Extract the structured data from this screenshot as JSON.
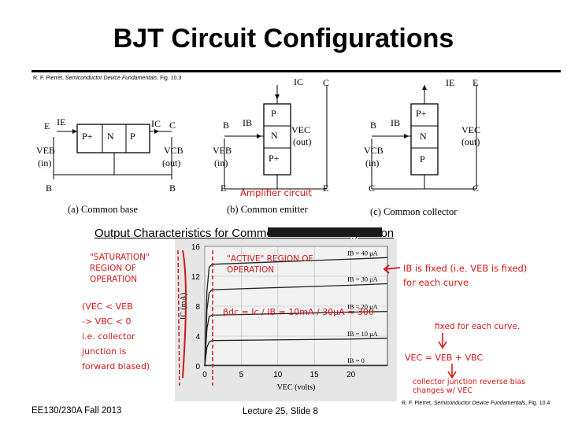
{
  "slide": {
    "title": "BJT Circuit Configurations",
    "citation_top": {
      "author": "R. F. Pierret, ",
      "book": "Semiconductor Device Fundamentals",
      "fig": ", Fig. 10.3"
    },
    "citation_bottom": {
      "author": "R. F. Pierret, ",
      "book": "Semiconductor Device Fundamentals",
      "fig": ", Fig. 10.4"
    },
    "section_heading": "Output Characteristics for Common Emitter Configuration",
    "footer_left": "EE130/230A Fall 2013",
    "footer_center": "Lecture 25, Slide 8"
  },
  "figure_a": {
    "caption": "(a) Common base",
    "E": "E",
    "C": "C",
    "B_left": "B",
    "B_right": "B",
    "IE": "IE",
    "IC": "IC",
    "VEB": "VEB",
    "in": "(in)",
    "VCB": "VCB",
    "out": "(out)",
    "regions": [
      "P+",
      "N",
      "P"
    ]
  },
  "figure_b": {
    "caption": "(b) Common emitter",
    "IC": "IC",
    "C": "C",
    "B": "B",
    "IB": "IB",
    "VEB": "VEB",
    "in": "(in)",
    "VEC": "VEC",
    "out": "(out)",
    "E_left": "E",
    "E_right": "E",
    "regions": [
      "P",
      "N",
      "P+"
    ],
    "annotation": "Amplifier circuit"
  },
  "figure_c": {
    "caption": "(c) Common collector",
    "IE": "IE",
    "E": "E",
    "B": "B",
    "IB": "IB",
    "VCB": "VCB",
    "in": "(in)",
    "VEC": "VEC",
    "out": "(out)",
    "C_left": "C",
    "C_right": "C",
    "regions": [
      "P+",
      "N",
      "P"
    ]
  },
  "annotations": {
    "saturation": "\"SATURATION\"\nREGION OF\nOPERATION",
    "active": "\"ACTIVE\" REGION OF\nOPERATION",
    "sat_condition": "(VEC < VEB\n-> VBC < 0\ni.e. collector\njunction is\nforward biased)",
    "beta": "βdc = Ic / IB = 10mA / 30μA ≈ 300",
    "ib_fixed": "IB is fixed (i.e. VEB is fixed)\nfor each curve",
    "fixed_each": "fixed for each curve.",
    "vec_eq": "VEC = VEB + VBC",
    "reverse_bias": "collector junction reverse bias\nchanges w/ VEC"
  },
  "chart_data": {
    "type": "line",
    "xlabel": "VEC (volts)",
    "ylabel": "IC (mA)",
    "xlim": [
      0,
      25
    ],
    "ylim": [
      0,
      16
    ],
    "xticks": [
      0,
      5,
      10,
      15,
      20
    ],
    "yticks": [
      0,
      4,
      8,
      12,
      16
    ],
    "series": [
      {
        "name": "IB = 40 μA",
        "x": [
          0,
          0.3,
          0.6,
          1.0,
          20,
          25
        ],
        "y": [
          0,
          10,
          13.2,
          13.6,
          14.3,
          14.5
        ]
      },
      {
        "name": "IB = 30 μA",
        "x": [
          0,
          0.3,
          0.6,
          1.0,
          20,
          25
        ],
        "y": [
          0,
          7.5,
          9.8,
          10.2,
          10.8,
          11.0
        ]
      },
      {
        "name": "IB = 20 μA",
        "x": [
          0,
          0.3,
          0.6,
          1.0,
          20,
          25
        ],
        "y": [
          0,
          5,
          6.6,
          6.8,
          7.2,
          7.3
        ]
      },
      {
        "name": "IB = 10 μA",
        "x": [
          0,
          0.3,
          0.6,
          1.0,
          20,
          25
        ],
        "y": [
          0,
          2.5,
          3.2,
          3.4,
          3.6,
          3.7
        ]
      },
      {
        "name": "IB = 0",
        "x": [
          0,
          25
        ],
        "y": [
          0.1,
          0.1
        ]
      }
    ]
  }
}
